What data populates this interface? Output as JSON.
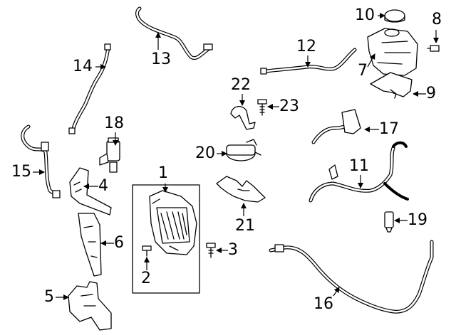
{
  "colors": {
    "line": "#000000",
    "background": "#ffffff",
    "fill": "#ffffff"
  },
  "callouts": [
    {
      "id": "c1",
      "text": "1"
    },
    {
      "id": "c2",
      "text": "2"
    },
    {
      "id": "c3",
      "text": "3"
    },
    {
      "id": "c4",
      "text": "4"
    },
    {
      "id": "c5",
      "text": "5"
    },
    {
      "id": "c6",
      "text": "6"
    },
    {
      "id": "c7",
      "text": "7"
    },
    {
      "id": "c8",
      "text": "8"
    },
    {
      "id": "c9",
      "text": "9"
    },
    {
      "id": "c10",
      "text": "10"
    },
    {
      "id": "c11",
      "text": "11"
    },
    {
      "id": "c12",
      "text": "12"
    },
    {
      "id": "c13",
      "text": "13"
    },
    {
      "id": "c14",
      "text": "14"
    },
    {
      "id": "c15",
      "text": "15"
    },
    {
      "id": "c16",
      "text": "16"
    },
    {
      "id": "c17",
      "text": "17"
    },
    {
      "id": "c18",
      "text": "18"
    },
    {
      "id": "c19",
      "text": "19"
    },
    {
      "id": "c20",
      "text": "20"
    },
    {
      "id": "c21",
      "text": "21"
    },
    {
      "id": "c22",
      "text": "22"
    },
    {
      "id": "c23",
      "text": "23"
    }
  ]
}
